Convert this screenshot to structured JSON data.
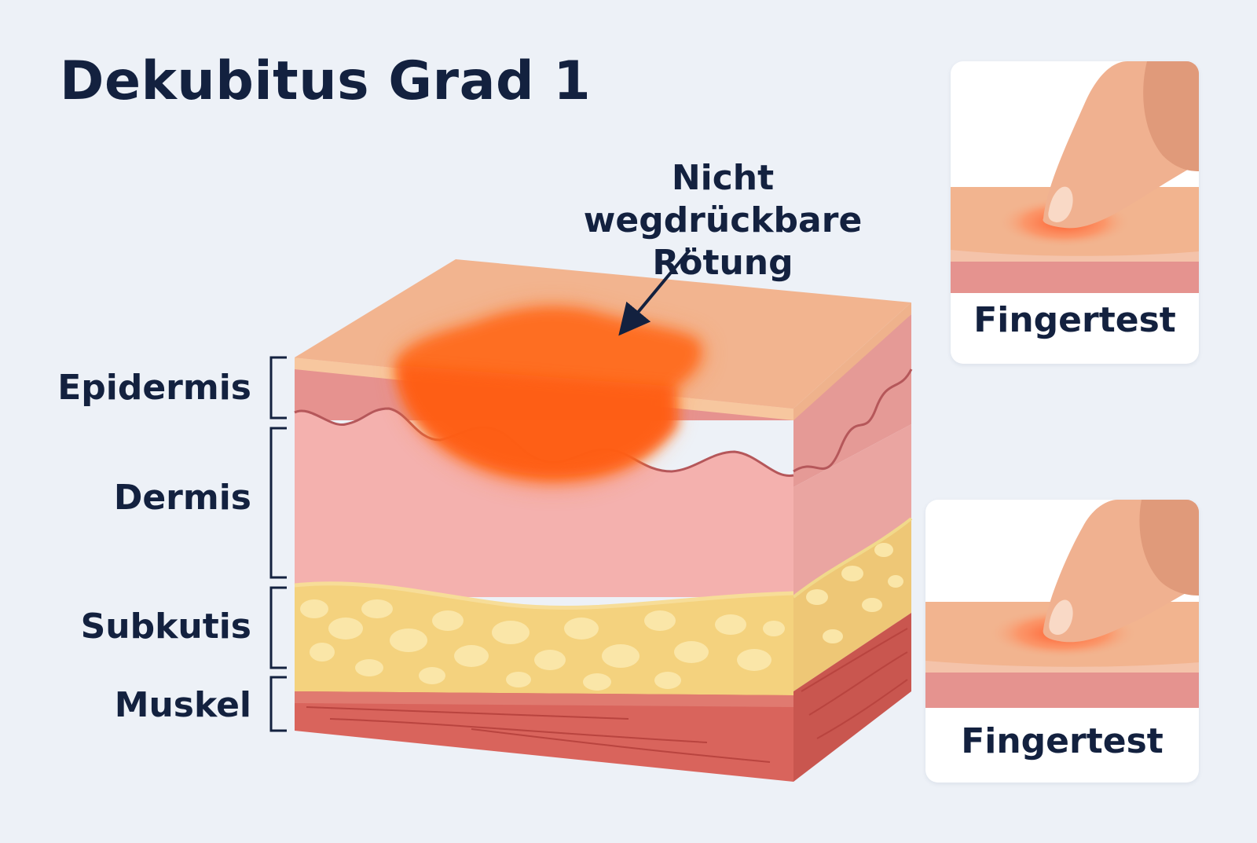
{
  "title": "Dekubitus Grad 1",
  "callout": {
    "line1": "Nicht wegdrückbare",
    "line2": "Rötung"
  },
  "layers": {
    "epidermis": "Epidermis",
    "dermis": "Dermis",
    "subkutis": "Subkutis",
    "muskel": "Muskel"
  },
  "cards": {
    "top_label": "Fingertest",
    "bottom_label": "Fingertest"
  },
  "colors": {
    "text": "#13213f",
    "background": "#edf1f7",
    "skin_top": "#f2b48f",
    "epidermis": "#e8938f",
    "dermis": "#f4b1ae",
    "fat": "#f4d27e",
    "muscle": "#d9645c",
    "redness": "#ff6a1a"
  }
}
